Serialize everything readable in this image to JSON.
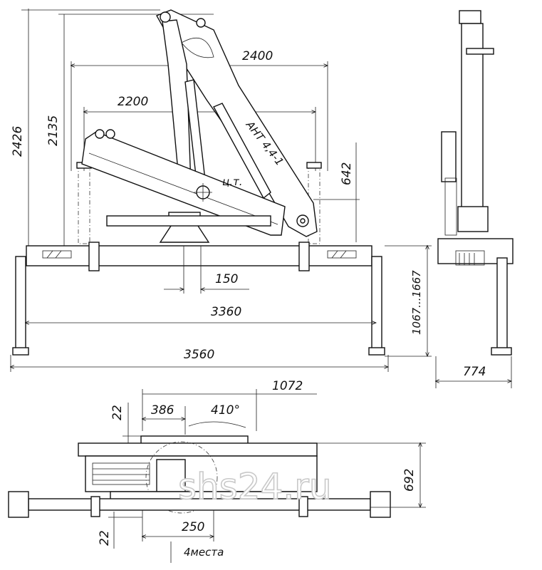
{
  "dimensions": {
    "overall_height": "2426",
    "height_to_pivot": "2135",
    "reach_outer": "2400",
    "reach_inner": "2200",
    "model_label": "АНТ 4,4-1",
    "center_of_mass": "ц.т.",
    "pivot_height": "642",
    "center_offset": "150",
    "base_length": "3360",
    "total_width": "3560",
    "leg_height_range": "1067...1667",
    "side_width": "774",
    "top_dim_1072": "1072",
    "top_dim_386": "386",
    "slew_angle": "410°",
    "top_offset_22_a": "22",
    "plan_depth": "692",
    "top_offset_22_b": "22",
    "mount_spacing": "250",
    "mount_count_note": "4места"
  },
  "watermark": "shs24.ru"
}
